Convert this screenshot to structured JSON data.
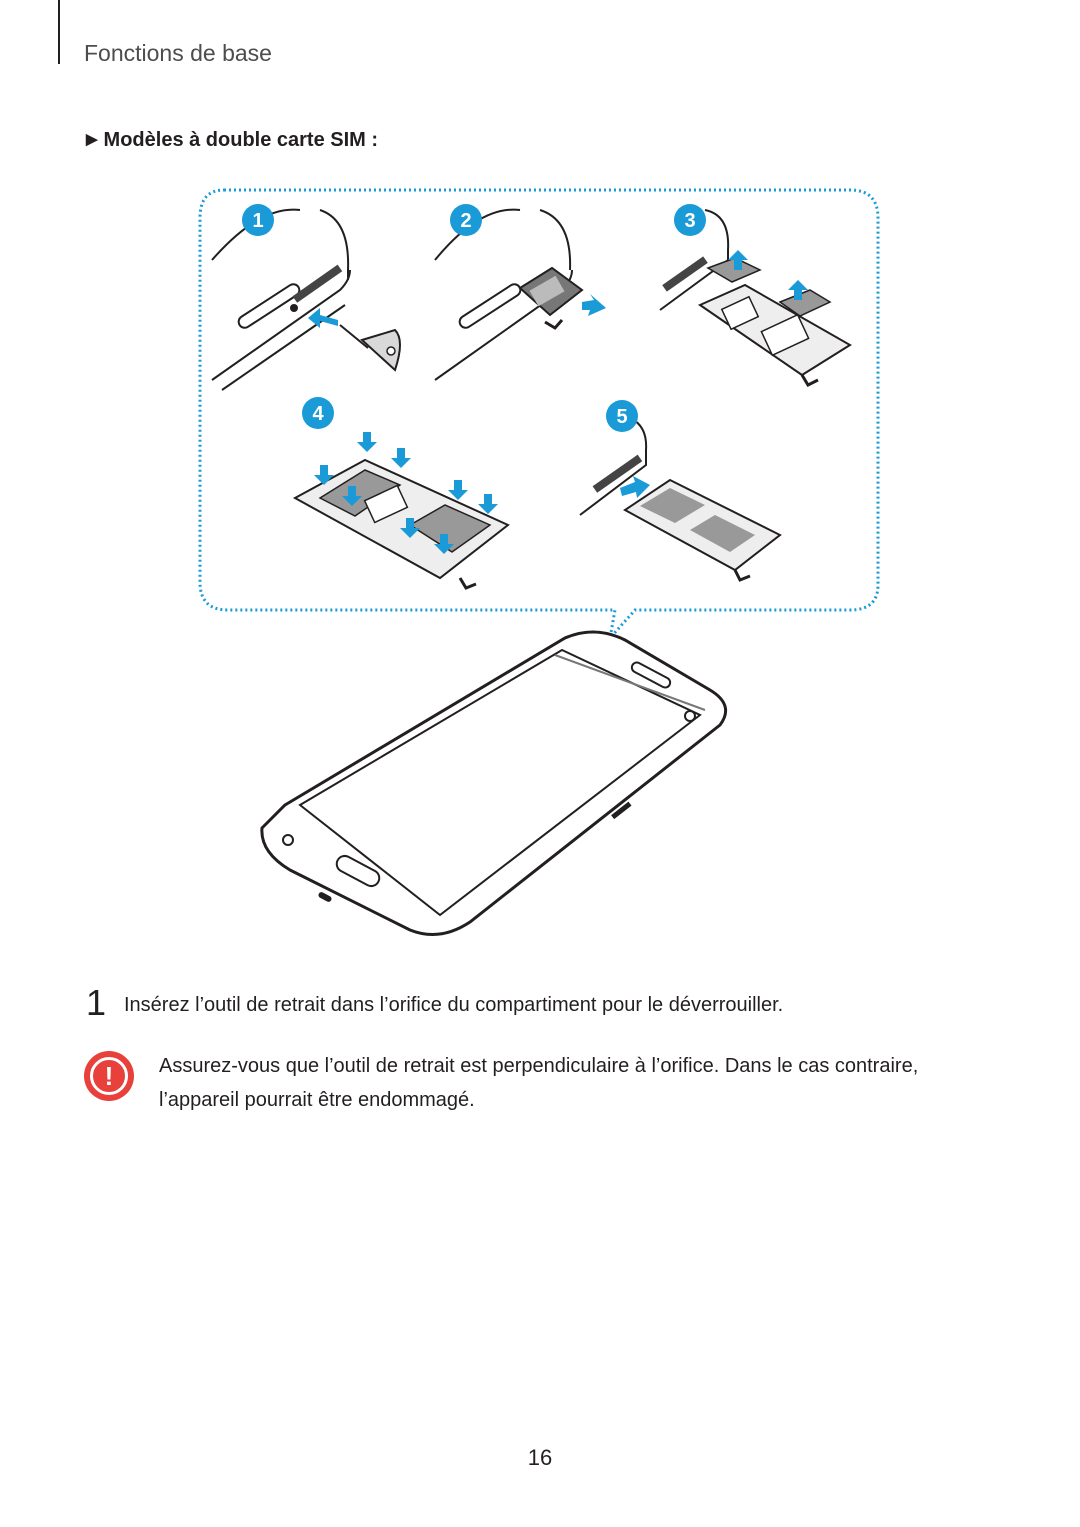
{
  "header": {
    "running_head": "Fonctions de base"
  },
  "section": {
    "heading": "Modèles à double carte SIM :"
  },
  "figure": {
    "step_badges": [
      "1",
      "2",
      "3",
      "4",
      "5"
    ],
    "badge_color": "#1a9ad6",
    "arrow_color": "#1a9ad6",
    "callout_border_color": "#1a9ad6"
  },
  "steps": [
    {
      "number": "1",
      "text": "Insérez l’outil de retrait dans l’orifice du compartiment pour le déverrouiller."
    }
  ],
  "caution": {
    "icon": "caution-icon",
    "color": "#e8403b",
    "lines": [
      "Assurez-vous que l’outil de retrait est perpendiculaire à l’orifice. Dans le cas contraire,",
      "l’appareil pourrait être endommagé."
    ]
  },
  "footer": {
    "page_number": "16"
  }
}
